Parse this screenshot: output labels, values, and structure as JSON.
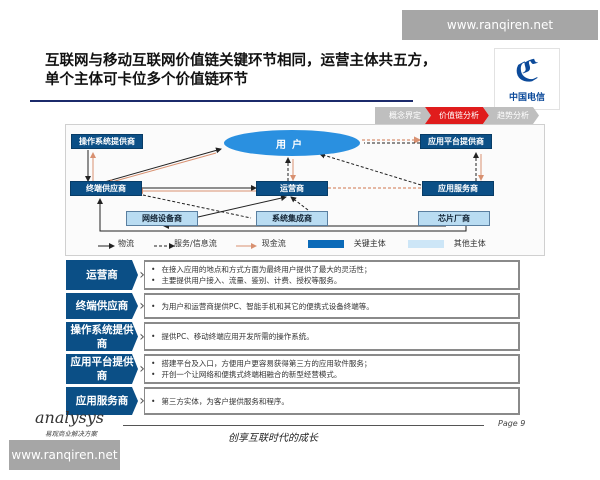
{
  "watermark": {
    "top": "www.ranqiren.net",
    "bottom": "www.ranqiren.net"
  },
  "header": {
    "title_line1": "互联网与移动互联网价值链关键环节相同，运营主体共五方，",
    "title_line2": "单个主体可卡位多个价值链环节",
    "logo_text": "中国电信",
    "logo_icon": "china-telecom-logo"
  },
  "nav": {
    "tabs": [
      {
        "label": "概念界定",
        "active": false
      },
      {
        "label": "价值链分析",
        "active": true
      },
      {
        "label": "趋势分析",
        "active": false
      }
    ],
    "active_color": "#e01c1c",
    "inactive_color": "#bfbfbf"
  },
  "diagram": {
    "user": "用户",
    "nodes": {
      "os_provider": "操作系统提供商",
      "terminal_provider": "终端供应商",
      "operator": "运营商",
      "app_platform": "应用平台提供商",
      "app_service": "应用服务商",
      "network_equipment": "网络设备商",
      "system_integrator": "系统集成商",
      "chip_maker": "芯片厂商"
    },
    "legend": {
      "logistics": "物流",
      "service_info": "服务/信息流",
      "cash": "现金流",
      "key_entity": "关键主体",
      "other_entity": "其他主体"
    },
    "colors": {
      "key": "#0b4f86",
      "other": "#b9dcf2",
      "user": "#2a90e0",
      "cash": "#e0a080"
    }
  },
  "rows": [
    {
      "label": "运营商",
      "bullets": [
        "在接入应用的地点和方式方面为最终用户提供了最大的灵活性；",
        "主要提供用户接入、流量、鉴别、计费、授权等服务。"
      ]
    },
    {
      "label": "终端供应商",
      "bullets": [
        "为用户和运营商提供PC、智能手机和其它的便携式设备终端等。"
      ]
    },
    {
      "label": "操作系统提供商",
      "bullets": [
        "提供PC、移动终端应用开发所需的操作系统。"
      ]
    },
    {
      "label": "应用平台提供商",
      "bullets": [
        "搭建平台及入口，方便用户更容易获得第三方的应用软件服务；",
        "开创一个让网络和便携式终端相融合的新型经营模式。"
      ]
    },
    {
      "label": "应用服务商",
      "bullets": [
        "第三方实体，为客户提供服务和程序。"
      ]
    }
  ],
  "footer": {
    "brand": "analysys",
    "brand_sub": "易观商业解决方案",
    "slogan": "创享互联时代的成长",
    "page": "Page 9"
  }
}
